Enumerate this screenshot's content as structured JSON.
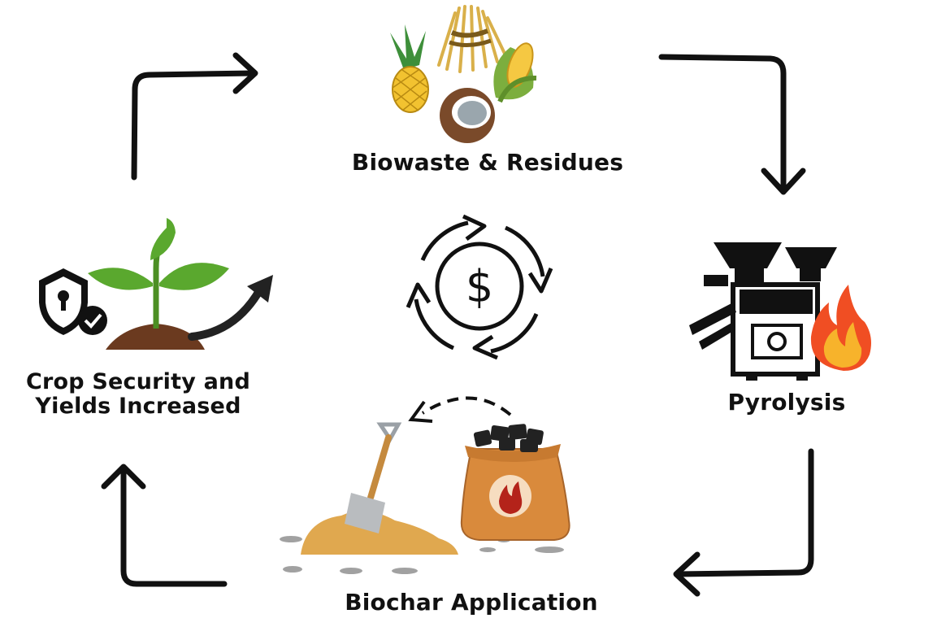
{
  "diagram": {
    "nodes": {
      "biowaste": {
        "label": "Biowaste & Residues",
        "icon": "crop-residues-icon"
      },
      "pyrolysis": {
        "label": "Pyrolysis",
        "icon": "pyrolysis-machine-icon"
      },
      "biochar": {
        "label": "Biochar Application",
        "icon": "biochar-sack-shovel-icon"
      },
      "crop": {
        "label": "Crop Security and Yields Increased",
        "icon": "growing-plant-icon"
      }
    },
    "center_icon": "circular-economy-dollar-icon",
    "colors": {
      "text": "#111111",
      "arrow": "#111111",
      "leaf": "#5aa82e",
      "soil": "#6b3a1f",
      "sand": "#e0a84f",
      "sack": "#d98a3c",
      "flame": "#f04e23",
      "coconut": "#7a4a2a",
      "pineapple": "#f2c230"
    }
  }
}
